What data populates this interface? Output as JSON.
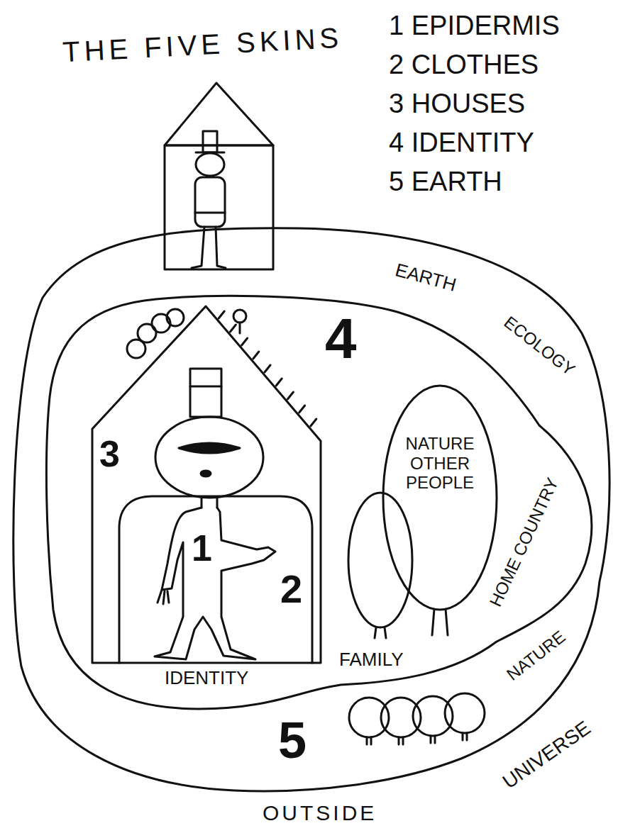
{
  "diagram": {
    "title": "THE FIVE SKINS",
    "nodes": [
      {
        "text": [
          "EARTH",
          "ECOLOGY",
          "NATURE",
          "5"
        ]
      },
      {
        "text": [
          "4",
          "HOME COUNTRY",
          "FAMILY",
          "IDENTITY"
        ],
        "in": 0
      },
      {
        "text": [
          "3"
        ],
        "in": 1
      },
      {
        "text": [
          "2"
        ],
        "in": 2
      },
      {
        "text": [
          "1"
        ],
        "in": 3
      },
      {
        "text": [
          "NATURE OTHER PEOPLE"
        ],
        "in": 1
      }
    ],
    "labels": [
      "1 EPIDERMIS",
      "2 CLOTHES",
      "3 HOUSES",
      "4 IDENTITY",
      "5 EARTH",
      "UNIVERSE",
      "OUTSIDE"
    ]
  }
}
